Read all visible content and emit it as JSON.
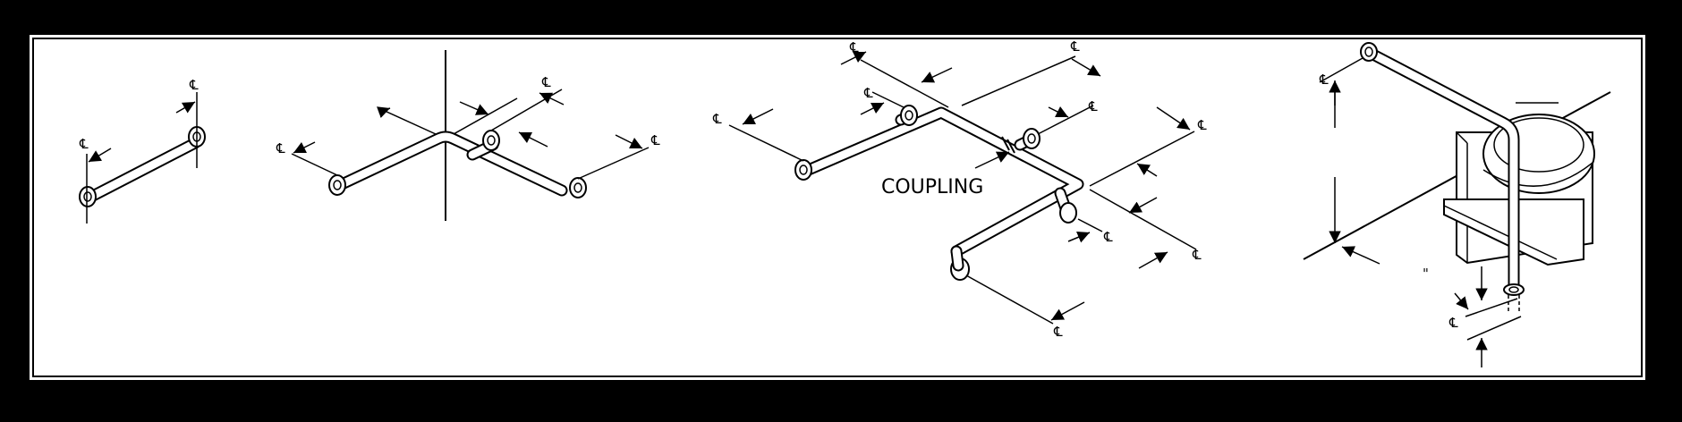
{
  "colors": {
    "background": "#000000",
    "panel": "#ffffff",
    "line": "#000000"
  },
  "symbols": {
    "centerline": "℄",
    "inch": "\""
  },
  "labels": {
    "coupling": "COUPLING"
  },
  "figures": [
    {
      "name": "straight-grab-bar"
    },
    {
      "name": "corner-grab-bar"
    },
    {
      "name": "multi-wall-grab-bar-with-coupling"
    },
    {
      "name": "grab-bar-with-floor-support-at-toilet"
    }
  ]
}
